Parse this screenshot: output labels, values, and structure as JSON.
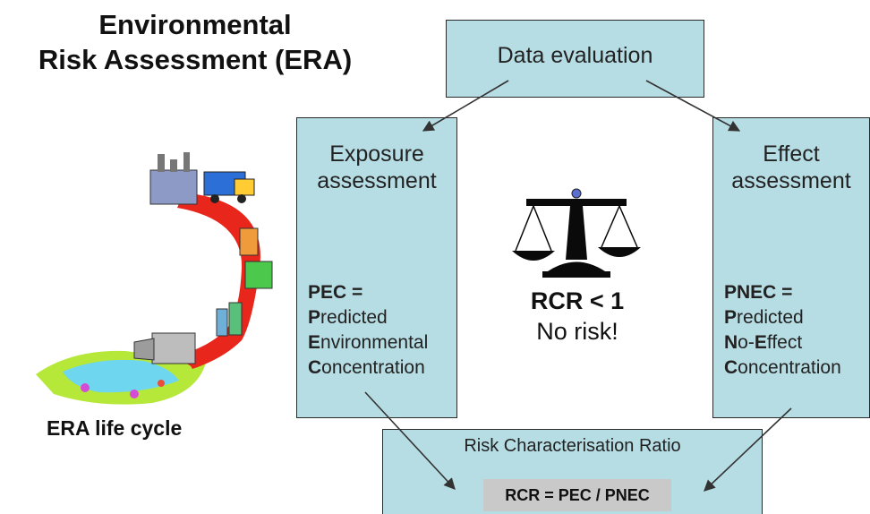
{
  "title": {
    "line1": "Environmental",
    "line2": "Risk Assessment (ERA)"
  },
  "data_box": {
    "label": "Data evaluation"
  },
  "exposure_box": {
    "heading_line1": "Exposure",
    "heading_line2": "assessment",
    "acronym": "PEC =",
    "words": [
      {
        "initial": "P",
        "rest": "redicted"
      },
      {
        "initial": "E",
        "rest": "nvironmental"
      },
      {
        "initial": "C",
        "rest": "oncentration"
      }
    ]
  },
  "effect_box": {
    "heading_line1": "Effect",
    "heading_line2": "assessment",
    "acronym": "PNEC =",
    "words": [
      {
        "initial": "P",
        "rest": "redicted"
      },
      {
        "initial": "N",
        "rest": "o-",
        "initial2": "E",
        "rest2": "ffect"
      },
      {
        "initial": "C",
        "rest": "oncentration"
      }
    ]
  },
  "center": {
    "rcr": "RCR < 1",
    "verdict": "No risk!",
    "icon": "balance-scale-icon"
  },
  "risk_box": {
    "label": "Risk Characterisation  Ratio",
    "formula": "RCR = PEC / PNEC"
  },
  "lifecycle": {
    "label": "ERA life cycle",
    "icon": "era-lifecycle-illustration"
  },
  "colors": {
    "box_fill": "#b7dde4",
    "arrow": "#333333",
    "lifecycle_arrow": "#e8261c"
  }
}
